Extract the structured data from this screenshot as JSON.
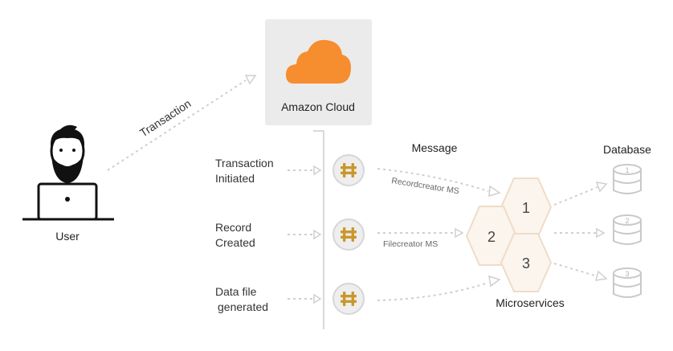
{
  "user": {
    "label": "User"
  },
  "transaction_label": "Transaction",
  "cloud": {
    "label": "Amazon Cloud",
    "color": "#f68d2e",
    "box_color": "#ebebeb"
  },
  "steps": [
    {
      "line1": "Transaction",
      "line2": "Initiated"
    },
    {
      "line1": "Record",
      "line2": "Created"
    },
    {
      "line1": "Data file",
      "line2": "generated"
    }
  ],
  "message_label": "Message",
  "flows": [
    {
      "label": "Recordcreator MS"
    },
    {
      "label": "Filecreator MS"
    }
  ],
  "microservices": {
    "label": "Microservices",
    "cells": [
      "1",
      "2",
      "3"
    ],
    "fill": "#fbf5ee"
  },
  "database": {
    "label": "Database",
    "items": [
      "1",
      "2",
      "3"
    ]
  },
  "icon_color": "#c9982c"
}
